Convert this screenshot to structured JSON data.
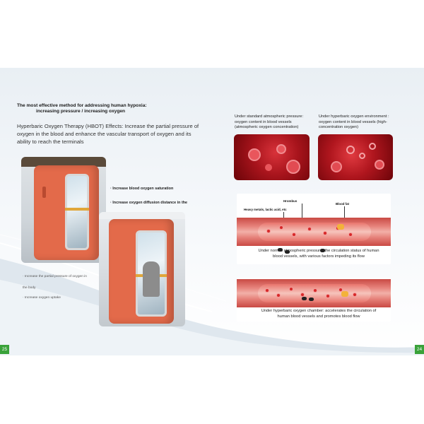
{
  "left_page": {
    "headline_line1": "The most effective method for addressing human hypoxia:",
    "headline_line2": "increasing pressure / increasing oxygen",
    "intro": "Hyperbaric Oxygen Therapy (HBOT) Effects: Increase the partial pressure of oxygen in the blood and enhance the vascular transport of oxygen and its ability to reach the terminals",
    "bullet1": "· Increase blood oxygen saturation",
    "bullet2": "· Increase oxygen diffusion distance in the",
    "note1": "· Increase the partial pressure of oxygen in",
    "note2": "the body",
    "note3": "· Increase oxygen uptake",
    "page_number": "25"
  },
  "right_page": {
    "caption_standard": "Under standard atmospheric pressure: oxygen content in blood vessels (atmospheric oxygen concentration)",
    "caption_hyperbaric": "Under hyperbaric oxygen environment : oxygen content in blood vessels (high-concentration oxygen)",
    "diagram1": {
      "label_thrombus": "Hrombus",
      "label_heavy": "Heavy metals, lactic acid, etc",
      "label_fat": "Blood fat",
      "caption": "Under normal atmospheric pressure: the circulation status of human blood vessels, with various factors impeding its flow"
    },
    "diagram2": {
      "caption": "Under hyperbaric oxygen chamber: accelerates the circulation of human blood vessels and promotes blood flow"
    },
    "page_number": "24"
  },
  "colors": {
    "chamber": "#e36a4a",
    "accent_green": "#3aa23a",
    "blood": "#c41e24"
  }
}
